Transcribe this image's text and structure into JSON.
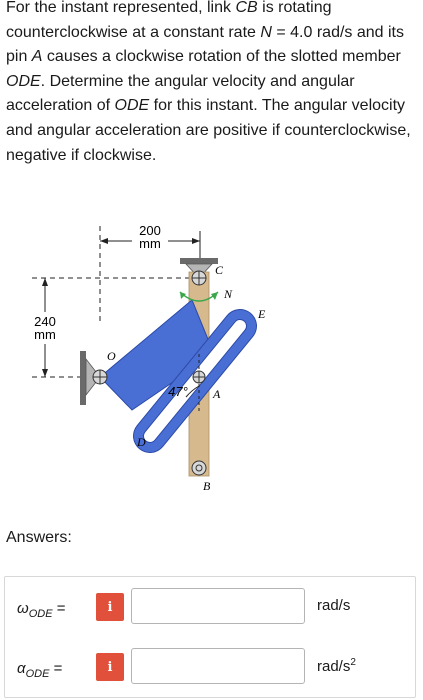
{
  "problem": {
    "p1": "For the instant represented, link ",
    "cb": "CB",
    "p2": " is rotating counterclockwise at a constant rate ",
    "n": "N",
    "p3": " = 4.0 rad/s and its pin ",
    "a": "A",
    "p4": " causes a clockwise rotation of the slotted member ",
    "ode": "ODE",
    "p5": ". Determine the angular velocity and angular acceleration of ",
    "ode2": "ODE",
    "p6": " for this instant. The angular velocity and angular acceleration are positive if counterclockwise, negative if clockwise."
  },
  "figure": {
    "dim_h_value": "200",
    "dim_h_unit": "mm",
    "dim_v_value": "240",
    "dim_v_unit": "mm",
    "angle": "47°",
    "label_c": "C",
    "label_n": "N",
    "label_e": "E",
    "label_o": "O",
    "label_a": "A",
    "label_d": "D",
    "label_b": "B",
    "colors": {
      "blue": "#4a6fd4",
      "tan": "#d7b98e",
      "gray": "#8a8a8a"
    }
  },
  "answers": {
    "heading": "Answers:",
    "omega": {
      "symbol": "ω",
      "sub": "ODE",
      "eq": " =",
      "info": "i",
      "value": "",
      "unit": "rad/s"
    },
    "alpha": {
      "symbol": "α",
      "sub": "ODE",
      "eq": " =",
      "info": "i",
      "value": "",
      "unit": "rad/s",
      "unit_sup": "2"
    }
  }
}
